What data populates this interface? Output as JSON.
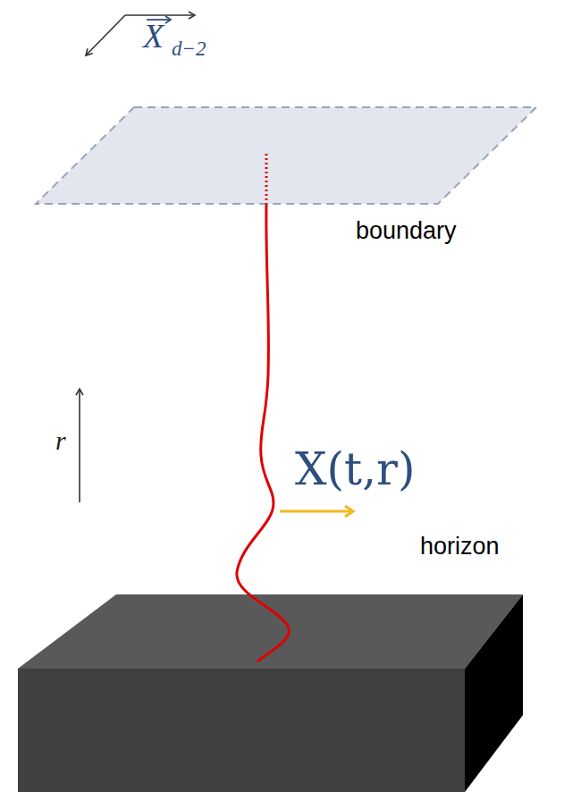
{
  "diagram": {
    "labels": [
      "X",
      "d−2",
      "boundary",
      "r",
      "X(t,r)",
      "horizon"
    ]
  }
}
